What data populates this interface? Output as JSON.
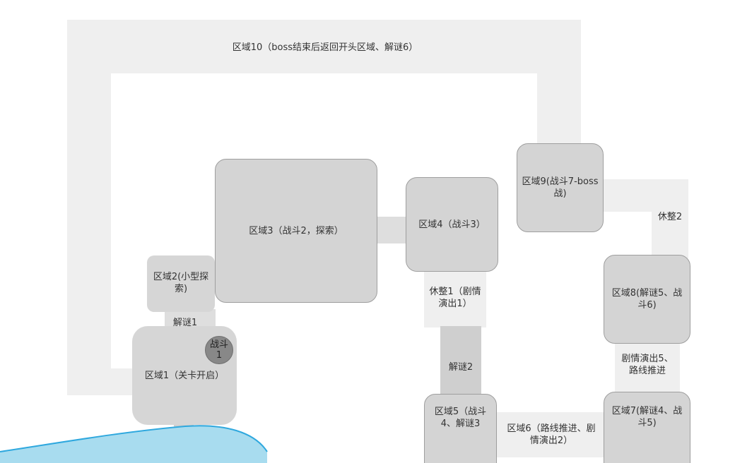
{
  "rooms": {
    "r1": "区域1（关卡开启）",
    "r2": "区域2(小型探\n索)",
    "r3": "区域3（战斗2，探索）",
    "r4": "区域4（战斗3）",
    "r5": "区域5（战斗\n4、解谜3",
    "r7": "区域7(解谜4、战\n斗5)",
    "r8": "区域8(解谜5、战\n斗6)",
    "r9": "区域9(战斗7-boss\n战)"
  },
  "connectors": {
    "c10": "区域10（boss结束后返回开头区域、解谜6）",
    "puzzle1": "解谜1",
    "puzzle2": "解谜2",
    "rest1": "休整1（剧情\n演出1）",
    "rest2": "休整2",
    "r6": "区域6（路线推进、剧\n情演出2）",
    "story5": "剧情演出5、\n路线推进"
  },
  "badge": {
    "battle1": "战斗\n1"
  },
  "colors": {
    "water_fill": "#a8dcef",
    "water_stroke": "#2fa8de"
  }
}
